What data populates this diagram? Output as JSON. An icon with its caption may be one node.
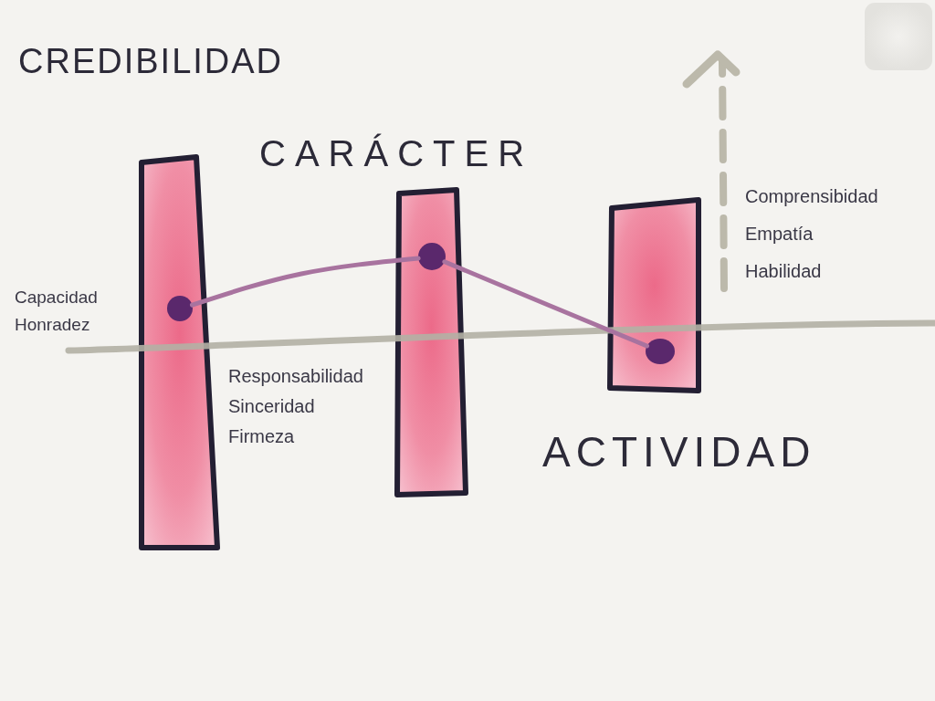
{
  "diagram": {
    "title": "CREDIBILIDAD",
    "nodes": [
      {
        "text": [],
        "shape": "bar",
        "beside": [
          "Capacidad Honradez",
          "Responsabilidad Sinceridad Firmeza"
        ]
      },
      {
        "text": [],
        "shape": "circle",
        "in": 0
      },
      {
        "text": [],
        "shape": "bar",
        "beside": [
          "CARÁCTER"
        ]
      },
      {
        "text": [],
        "shape": "circle",
        "in": 2
      },
      {
        "text": [],
        "shape": "bar",
        "beside": [
          "Comprensibidad Empatía Habilidad",
          "ACTIVIDAD"
        ]
      },
      {
        "text": [],
        "shape": "circle",
        "in": 4
      }
    ],
    "edges": [
      {
        "from": 1,
        "to": 3,
        "arrow": "none"
      },
      {
        "from": 3,
        "to": 5,
        "arrow": "none"
      }
    ]
  }
}
